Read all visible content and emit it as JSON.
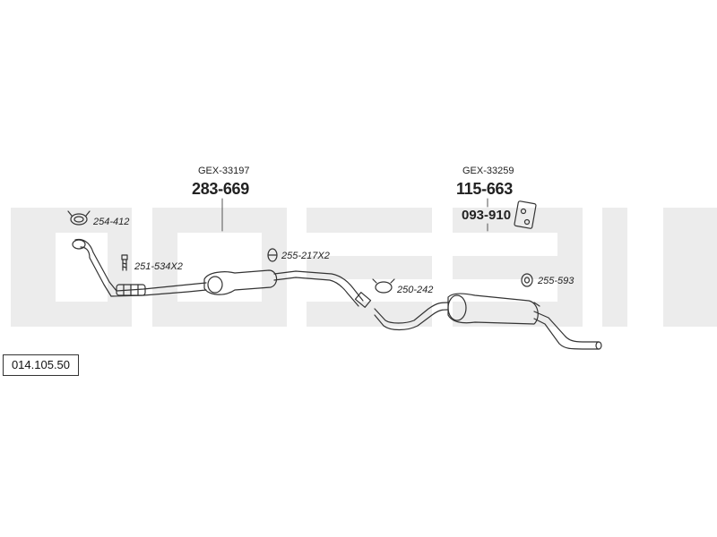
{
  "catalog_number": "014.105.50",
  "watermark": "bosal",
  "parts": {
    "clamp_front": "254-412",
    "bolt": "251-534X2",
    "front_silencer_gex": "GEX-33197",
    "front_silencer": "283-669",
    "clamp_mid": "255-217X2",
    "clamp_rear": "250-242",
    "rear_silencer_gex": "GEX-33259",
    "rear_silencer": "115-663",
    "mounting_kit": "093-910",
    "rubber_mount": "255-593"
  },
  "colors": {
    "line": "#333333",
    "watermark": "#ececec"
  }
}
